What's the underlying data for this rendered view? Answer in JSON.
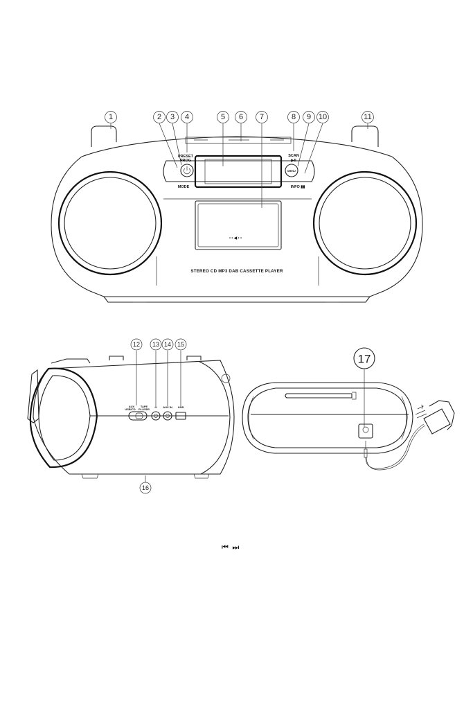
{
  "front_view": {
    "callouts": [
      "1",
      "2",
      "3",
      "4",
      "5",
      "6",
      "7",
      "8",
      "9",
      "10",
      "11"
    ],
    "button_labels": {
      "preset_prog": "PRESET\nPROG",
      "scan": "SCAN",
      "play_pause": "▶II",
      "mode": "MODE",
      "menu": "MENU",
      "info": "INFO ▮▮",
      "eject_dots": "• • ◀ • •"
    },
    "model_text": "STEREO CD MP3 DAB CASSETTE PLAYER"
  },
  "side_view": {
    "callouts": [
      "12",
      "13",
      "14",
      "15",
      "16"
    ],
    "switch_labels": {
      "aux_usb": "AUX\nUSB/CD",
      "tape": "TAPE\nPLAYER",
      "headphone": "Ω",
      "aux_in": "AUX IN",
      "usb": "USB"
    }
  },
  "rear_view": {
    "callouts": [
      "17"
    ]
  },
  "text_glyphs": {
    "skip_buttons": "⏮ ⏭"
  }
}
